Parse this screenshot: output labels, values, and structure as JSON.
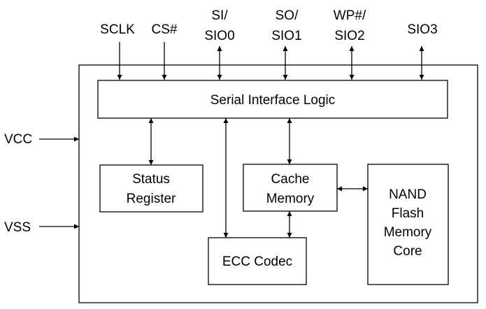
{
  "pins": {
    "sclk": "SCLK",
    "cs": "CS#",
    "si": [
      "SI/",
      "SIO0"
    ],
    "so": [
      "SO/",
      "SIO1"
    ],
    "wp": [
      "WP#/",
      "SIO2"
    ],
    "sio3": "SIO3",
    "vcc": "VCC",
    "vss": "VSS"
  },
  "blocks": {
    "serial_interface": "Serial Interface Logic",
    "status_register": [
      "Status",
      "Register"
    ],
    "cache_memory": [
      "Cache",
      "Memory"
    ],
    "ecc_codec": "ECC Codec",
    "nand_core": [
      "NAND",
      "Flash",
      "Memory",
      "Core"
    ]
  }
}
